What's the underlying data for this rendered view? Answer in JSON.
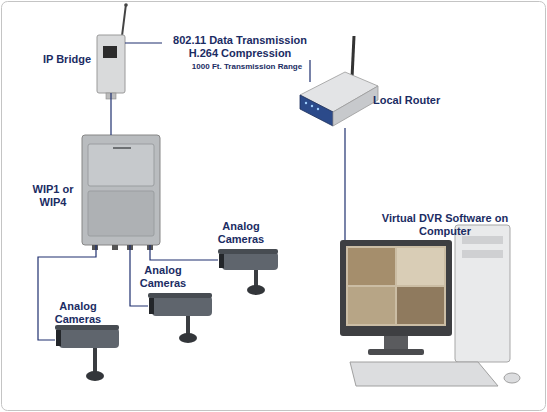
{
  "diagram": {
    "nodes": [
      {
        "text": [
          "IP Bridge"
        ]
      },
      {
        "text": [
          "Local Router"
        ]
      },
      {
        "text": [
          "WIP1 or WIP4"
        ]
      },
      {
        "text": [
          "Virtual DVR Software on Computer"
        ]
      },
      {
        "text": [
          "Analog Cameras"
        ]
      },
      {
        "text": [
          "Analog Cameras"
        ]
      },
      {
        "text": [
          "Analog Cameras"
        ]
      }
    ],
    "edges": [
      {
        "from": 0,
        "to": 2,
        "arrow": "none"
      },
      {
        "from": 0,
        "to": 1,
        "label": "802.11 Data Transmission H.264 Compression",
        "arrow": "none"
      },
      {
        "from": 1,
        "to": 3,
        "arrow": "none"
      },
      {
        "from": 2,
        "to": 4,
        "arrow": "none"
      },
      {
        "from": 2,
        "to": 5,
        "arrow": "none"
      },
      {
        "from": 2,
        "to": 6,
        "arrow": "none"
      }
    ],
    "labels": [
      "1000 Ft. Transmission Range"
    ]
  }
}
